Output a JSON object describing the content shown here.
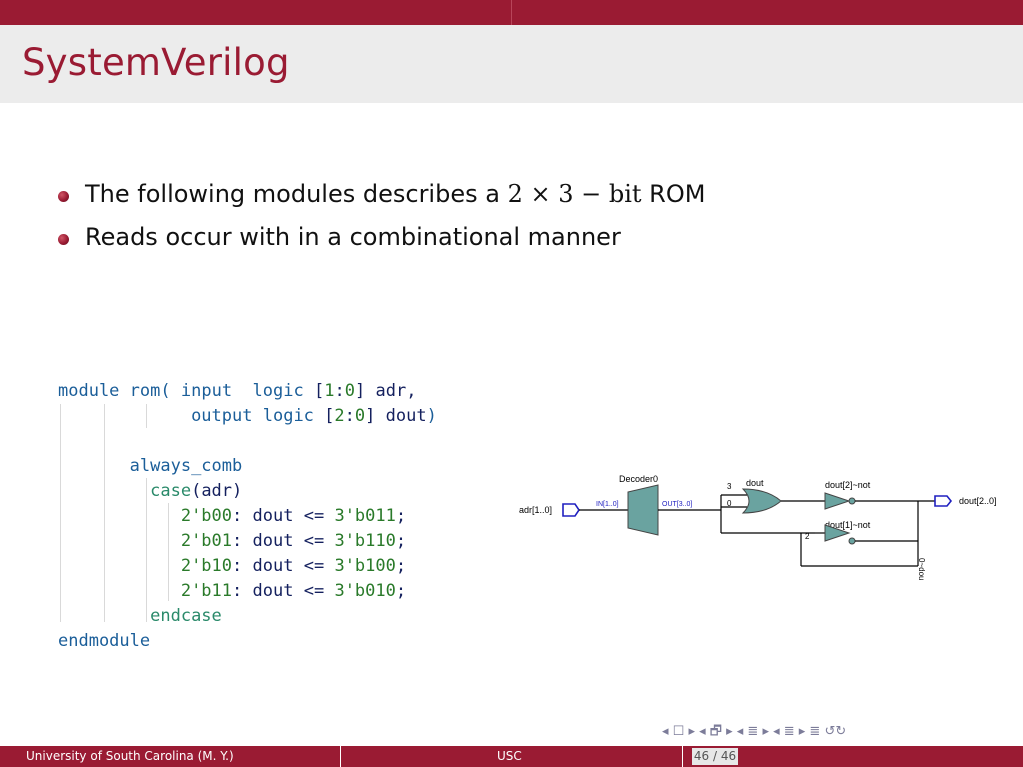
{
  "slide": {
    "title": "SystemVerilog"
  },
  "bullets": [
    {
      "text_before": "The following modules describes a ",
      "math": "2 × 3 − bit",
      "text_after": " ROM"
    },
    {
      "text": "Reads occur with in a combinational manner"
    }
  ],
  "code": {
    "l1_kw": "module",
    "l1_name": "rom(",
    "l1_dir": "input",
    "l1_type": "logic",
    "l1_range_open": "[",
    "l1_range_a": "1",
    "l1_range_colon": ":",
    "l1_range_b": "0",
    "l1_range_close": "]",
    "l1_sig": "adr,",
    "l2_dir": "output",
    "l2_type": "logic",
    "l2_range_open": "[",
    "l2_range_a": "2",
    "l2_range_colon": ":",
    "l2_range_b": "0",
    "l2_range_close": "]",
    "l2_sig": "dout",
    "l2_paren": ")",
    "l3_kw": "always_comb",
    "l4_kw": "case",
    "l4_arg": "(adr)",
    "cases": [
      {
        "sel": "2'b00",
        "colon": ":",
        "lhs": "dout",
        "op": "<=",
        "val": "3'b011",
        "semi": ";"
      },
      {
        "sel": "2'b01",
        "colon": ":",
        "lhs": "dout",
        "op": "<=",
        "val": "3'b110",
        "semi": ";"
      },
      {
        "sel": "2'b10",
        "colon": ":",
        "lhs": "dout",
        "op": "<=",
        "val": "3'b100",
        "semi": ";"
      },
      {
        "sel": "2'b11",
        "colon": ":",
        "lhs": "dout",
        "op": "<=",
        "val": "3'b010",
        "semi": ";"
      }
    ],
    "l9_kw": "endcase",
    "l10_kw": "endmodule"
  },
  "schematic": {
    "input_label": "adr[1..0]",
    "decoder_label": "Decoder0",
    "decoder_in": "IN[1..0]",
    "decoder_out": "OUT[3..0]",
    "or_label": "dout",
    "or_in_top": "3",
    "or_in_bot": "0",
    "not1_label": "dout[2]~not",
    "not2_label": "dout[1]~not",
    "not2_in": "2",
    "vertical_label": "0~dout[0]~0",
    "output_label": "dout[2..0]"
  },
  "nav": {
    "symbols": "◂ ☐ ▸ ◂ 🗗 ▸ ◂ ≣ ▸ ◂ ≣ ▸ ≣ ↺↻"
  },
  "footer": {
    "left": "University of South Carolina  (M. Y.)",
    "center": "USC",
    "page": "46 / 46"
  },
  "colors": {
    "brand": "#9a1b33",
    "wire": "#000000",
    "gate": "#6aa3a0",
    "port": "#2020c0"
  }
}
